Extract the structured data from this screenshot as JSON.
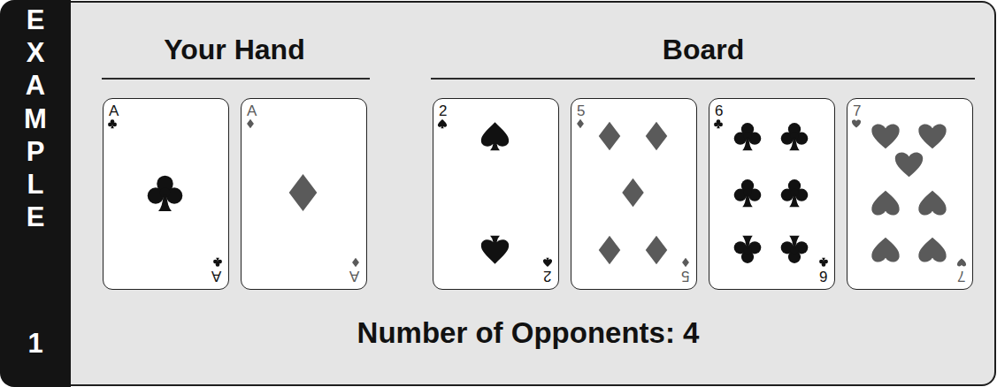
{
  "diagram": {
    "nodes": [
      {
        "text": [
          "EXAMPLE",
          "1"
        ]
      },
      {
        "text": [
          "Your Hand",
          "Board",
          "Number of Opponents: 4"
        ]
      },
      {
        "text": [
          "A",
          "A"
        ],
        "in": 1
      },
      {
        "text": [
          "A",
          "A"
        ],
        "in": 1
      },
      {
        "text": [
          "2",
          "2"
        ],
        "in": 1
      },
      {
        "text": [
          "5",
          "5"
        ],
        "in": 1
      },
      {
        "text": [
          "6",
          "6"
        ],
        "in": 1
      },
      {
        "text": [
          "7",
          "7"
        ],
        "in": 1
      }
    ]
  }
}
